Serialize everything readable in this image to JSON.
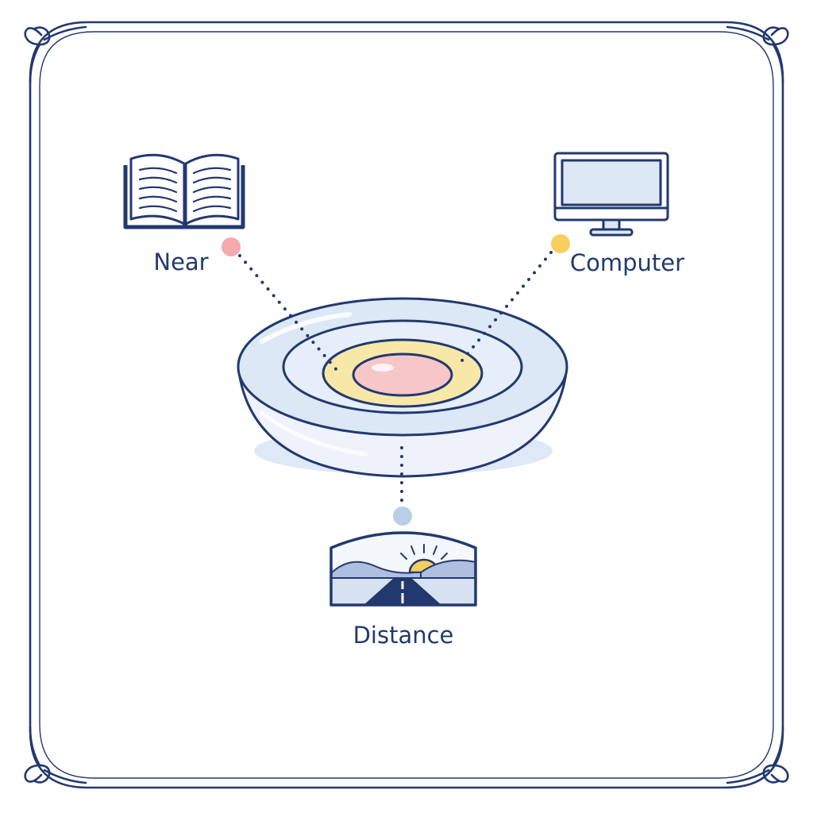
{
  "diagram": {
    "zones": {
      "near": {
        "label": "Near",
        "icon": "open-book-icon",
        "color": "#f4a9ad"
      },
      "computer": {
        "label": "Computer",
        "icon": "monitor-icon",
        "color": "#f6cf5c"
      },
      "distance": {
        "label": "Distance",
        "icon": "road-landscape-icon",
        "color": "#b9cfe8"
      }
    },
    "lens": {
      "icon": "multifocal-contact-lens-icon",
      "center_color": "#f7c6c8",
      "middle_ring_color": "#f8e8a8",
      "outer_color": "#dce8f6"
    },
    "frame_color": "#22396f"
  }
}
